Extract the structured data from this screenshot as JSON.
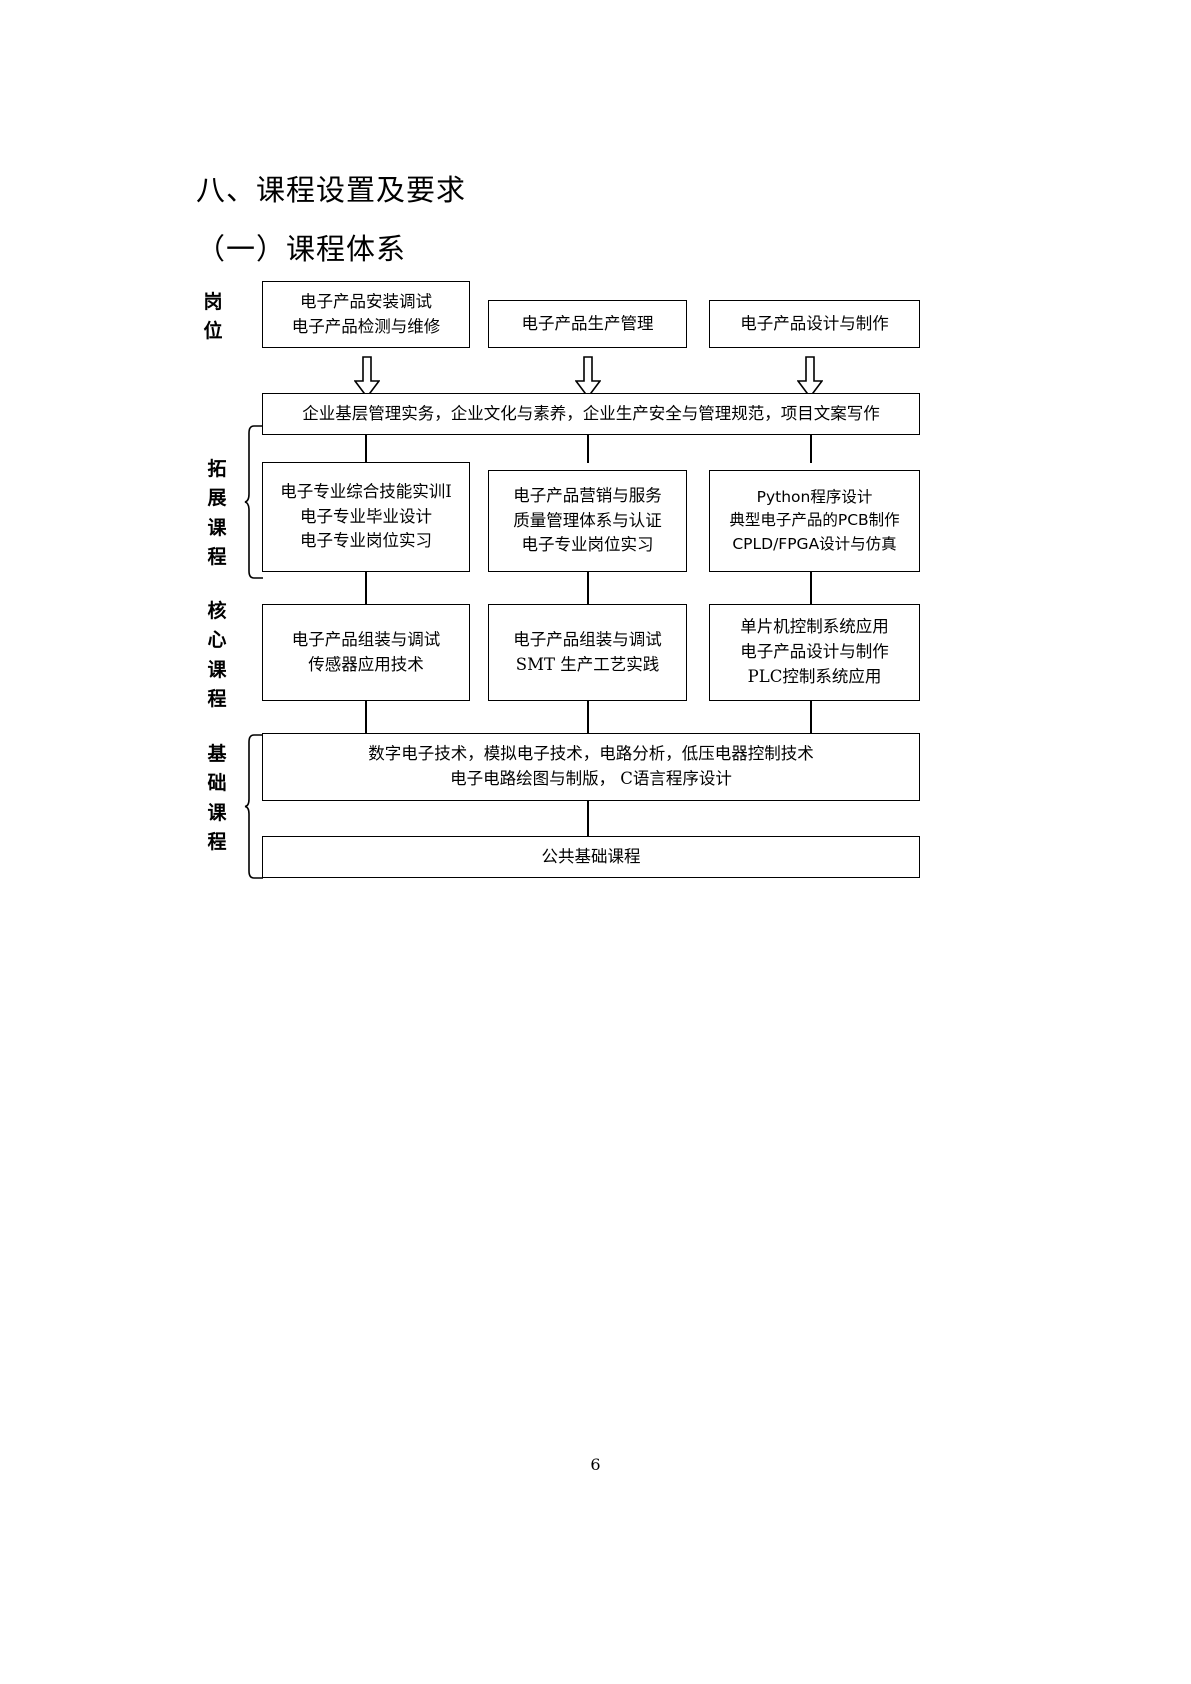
{
  "document": {
    "heading_main": "八、课程设置及要求",
    "heading_sub": "（一）课程体系",
    "page_number": "6"
  },
  "labels": {
    "post": "岗位",
    "extension": "拓展课程",
    "core": "核心课程",
    "basic": "基础课程"
  },
  "diagram": {
    "type": "flowchart",
    "posts": [
      {
        "lines": [
          "电子产品安装调试",
          "电子产品检测与维修"
        ]
      },
      {
        "lines": [
          "电子产品生产管理"
        ]
      },
      {
        "lines": [
          "电子产品设计与制作"
        ]
      }
    ],
    "enterprise_bar": {
      "lines": [
        "企业基层管理实务，企业文化与素养，企业生产安全与管理规范，项目文案写作"
      ]
    },
    "extension_courses": [
      {
        "lines": [
          "电子专业综合技能实训Ⅰ",
          "电子专业毕业设计",
          "电子专业岗位实习"
        ],
        "font": "serif"
      },
      {
        "lines": [
          "电子产品营销与服务",
          "质量管理体系与认证",
          "电子专业岗位实习"
        ],
        "font": "serif"
      },
      {
        "lines": [
          "Python程序设计",
          "典型电子产品的PCB制作",
          "CPLD/FPGA设计与仿真"
        ],
        "font": "sans"
      }
    ],
    "core_courses": [
      {
        "lines": [
          "电子产品组装与调试",
          "传感器应用技术"
        ],
        "font": "serif"
      },
      {
        "lines": [
          "电子产品组装与调试",
          "SMT 生产工艺实践"
        ],
        "font": "serif"
      },
      {
        "lines": [
          "单片机控制系统应用",
          "电子产品设计与制作",
          "PLC控制系统应用"
        ],
        "font": "serif"
      }
    ],
    "basic_bar": {
      "lines": [
        "数字电子技术，模拟电子技术，电路分析，低压电器控制技术",
        "电子电路绘图与制版， C语言程序设计"
      ]
    },
    "public_bar": {
      "lines": [
        "公共基础课程"
      ]
    }
  },
  "colors": {
    "ink": "#000000",
    "paper": "#ffffff"
  }
}
